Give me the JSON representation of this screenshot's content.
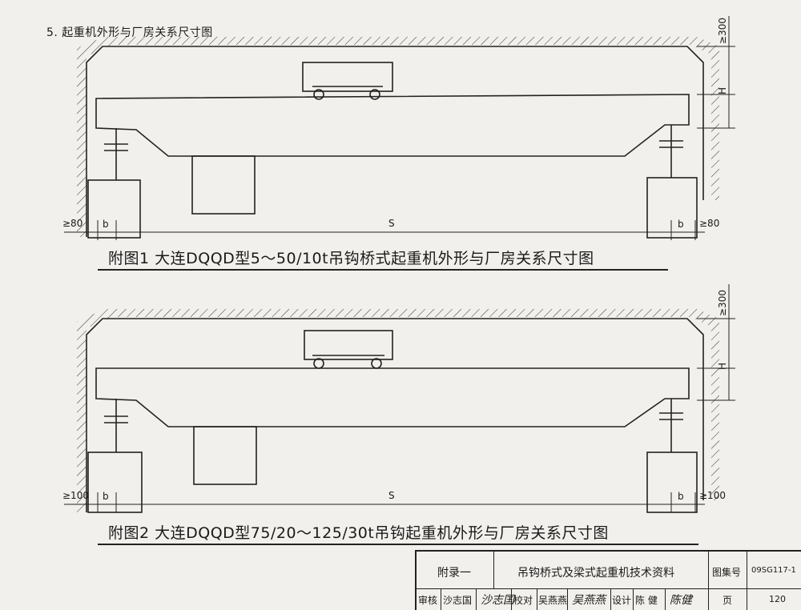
{
  "section_title": "5. 起重机外形与厂房关系尺寸图",
  "figure1": {
    "caption": "附图1  大连DQQD型5～50/10t吊钩桥式起重机外形与厂房关系尺寸图",
    "dim_left": "≥80",
    "dim_right": "≥80",
    "dim_b": "b",
    "dim_s": "S",
    "dim_top": "≥300",
    "dim_h": "H"
  },
  "figure2": {
    "caption": "附图2  大连DQQD型75/20～125/30t吊钩起重机外形与厂房关系尺寸图",
    "dim_left": "≥100",
    "dim_right": "≥100",
    "dim_b": "b",
    "dim_s": "S",
    "dim_top": "≥300",
    "dim_h": "H"
  },
  "title_block": {
    "appendix": "附录一",
    "title": "吊钩桥式及梁式起重机技术资料",
    "atlas_label": "图集号",
    "atlas_no": "09SG117-1",
    "review_label": "审核",
    "reviewer": "沙志国",
    "check_label": "校对",
    "checker": "吴燕燕",
    "design_label": "设计",
    "designer": "陈  健",
    "page_label": "页",
    "page_no": "120"
  }
}
